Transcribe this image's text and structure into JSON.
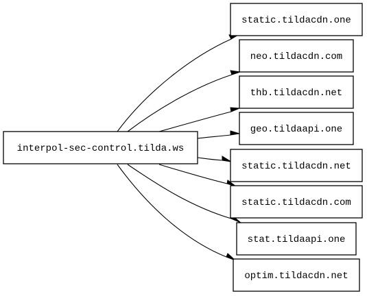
{
  "diagram": {
    "source": {
      "id": "src",
      "label": "interpol-sec-control.tilda.ws"
    },
    "targets": [
      {
        "id": "t0",
        "label": "static.tildacdn.one"
      },
      {
        "id": "t1",
        "label": "neo.tildacdn.com"
      },
      {
        "id": "t2",
        "label": "thb.tildacdn.net"
      },
      {
        "id": "t3",
        "label": "geo.tildaapi.one"
      },
      {
        "id": "t4",
        "label": "static.tildacdn.net"
      },
      {
        "id": "t5",
        "label": "static.tildacdn.com"
      },
      {
        "id": "t6",
        "label": "stat.tildaapi.one"
      },
      {
        "id": "t7",
        "label": "optim.tildacdn.net"
      }
    ],
    "edges": [
      {
        "from": "src",
        "to": "t0"
      },
      {
        "from": "src",
        "to": "t1"
      },
      {
        "from": "src",
        "to": "t2"
      },
      {
        "from": "src",
        "to": "t3"
      },
      {
        "from": "src",
        "to": "t4"
      },
      {
        "from": "src",
        "to": "t5"
      },
      {
        "from": "src",
        "to": "t6"
      },
      {
        "from": "src",
        "to": "t7"
      }
    ],
    "colors": {
      "background": "#ffffff",
      "stroke": "#000000",
      "text": "#000000"
    }
  }
}
